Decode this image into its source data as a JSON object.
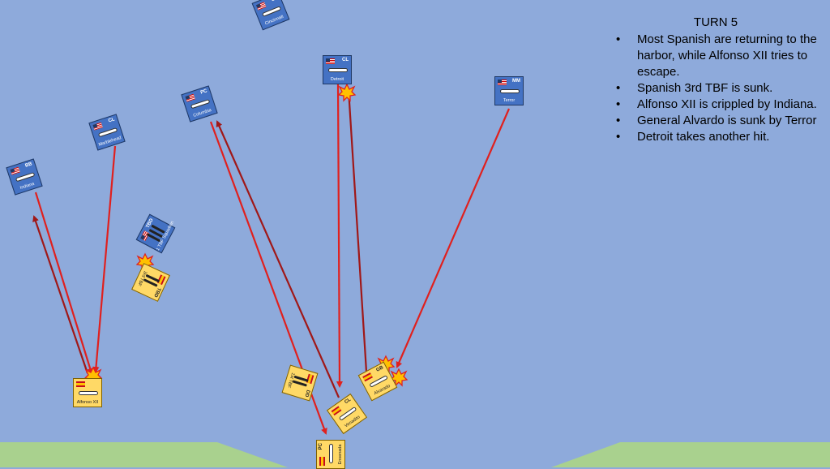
{
  "turn_panel": {
    "title": "TURN 5",
    "bullets": [
      "Most Spanish are returning to the harbor, while Alfonso XII tries to escape.",
      "Spanish 3rd TBF is sunk.",
      "Alfonso XII is crippled by Indiana.",
      "General Alvardo is sunk by Terror",
      "Detroit takes another hit."
    ]
  },
  "us_counters": [
    {
      "name": "Cincinnati",
      "type": "CL"
    },
    {
      "name": "Detroit",
      "type": "CL"
    },
    {
      "name": "Terror",
      "type": "MM"
    },
    {
      "name": "Columbia",
      "type": "PC"
    },
    {
      "name": "Marblehead",
      "type": "CL"
    },
    {
      "name": "Indiana",
      "type": "BB"
    },
    {
      "name": "1 TBF Squadron",
      "type": "TBD"
    }
  ],
  "spanish_counters": [
    {
      "name": "Alfonso XII",
      "type": ""
    },
    {
      "name": "3rd TBF",
      "type": "TBD"
    },
    {
      "name": "1st TBF",
      "type": "DD"
    },
    {
      "name": "Venadito",
      "type": "CL"
    },
    {
      "name": "Alvarado",
      "type": "GB"
    },
    {
      "name": "Ensenada",
      "type": "PC"
    }
  ],
  "colors": {
    "sea": "#8eaadb",
    "land": "#a9d18e",
    "us_counter": "#4472c4",
    "spanish_counter": "#ffd966",
    "fire_arrow": "#e0201e",
    "return_arrow": "#a01818",
    "hit_marker": "#ffc000"
  }
}
